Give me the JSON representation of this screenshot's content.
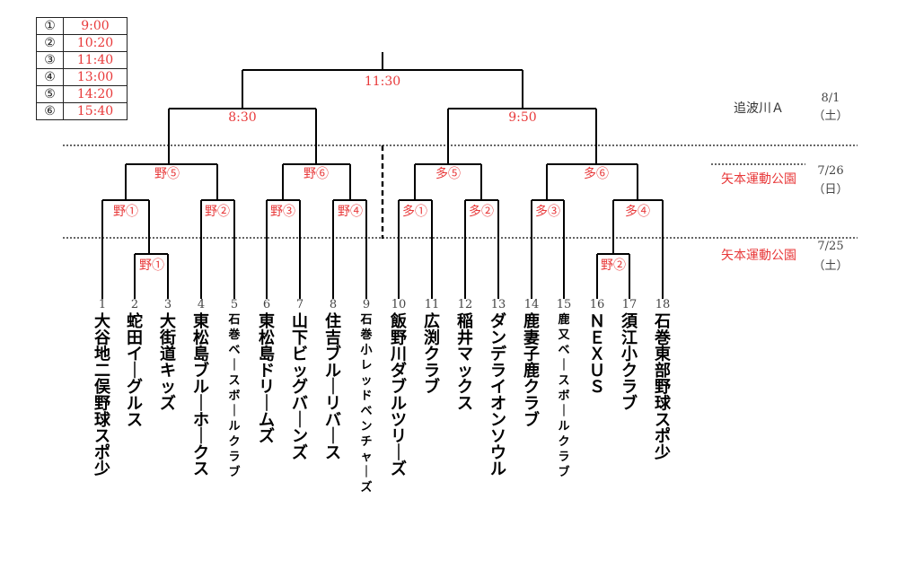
{
  "legend": [
    {
      "key": "①",
      "time": "9:00"
    },
    {
      "key": "②",
      "time": "10:20"
    },
    {
      "key": "③",
      "time": "11:40"
    },
    {
      "key": "④",
      "time": "13:00"
    },
    {
      "key": "⑤",
      "time": "14:20"
    },
    {
      "key": "⑥",
      "time": "15:40"
    }
  ],
  "venues": [
    {
      "venue": "追波川Ａ",
      "date": "8/1",
      "day": "（土）"
    },
    {
      "venue": "矢本運動公園",
      "date": "7/26",
      "day": "（日）"
    },
    {
      "venue": "矢本運動公園",
      "date": "7/25",
      "day": "（土）"
    }
  ],
  "match_labels": {
    "final": "11:30",
    "semi_left": "8:30",
    "semi_right": "9:50",
    "r3_1": "野⑤",
    "r3_2": "野⑥",
    "r3_3": "多⑤",
    "r3_4": "多⑥",
    "r2_1": "野①",
    "r2_2": "野②",
    "r2_3": "野③",
    "r2_4": "野④",
    "r2_5": "多①",
    "r2_6": "多②",
    "r2_7": "多③",
    "r2_8": "多④",
    "r1_a": "野①",
    "r1_b": "野②"
  },
  "teams": [
    {
      "no": "1",
      "name": "大谷地二俣野球スポ少"
    },
    {
      "no": "2",
      "name": "蛇田イーグルス"
    },
    {
      "no": "3",
      "name": "大街道キッズ"
    },
    {
      "no": "4",
      "name": "東松島ブルーホークス"
    },
    {
      "no": "5",
      "name": "石巻ベースボールクラブ"
    },
    {
      "no": "6",
      "name": "東松島ドリームズ"
    },
    {
      "no": "7",
      "name": "山下ビッグバーンズ"
    },
    {
      "no": "8",
      "name": "住吉ブルーリバース"
    },
    {
      "no": "9",
      "name": "石巻小レッドベンチャーズ"
    },
    {
      "no": "10",
      "name": "飯野川ダブルツリーズ"
    },
    {
      "no": "11",
      "name": "広渕クラブ"
    },
    {
      "no": "12",
      "name": "稲井マックス"
    },
    {
      "no": "13",
      "name": "ダンデライオンソウル"
    },
    {
      "no": "14",
      "name": "鹿妻子鹿クラブ"
    },
    {
      "no": "15",
      "name": "鹿又ベースボールクラブ"
    },
    {
      "no": "16",
      "name": "ＮＥＸＵＳ"
    },
    {
      "no": "17",
      "name": "須江小クラブ"
    },
    {
      "no": "18",
      "name": "石巻東部野球スポ少"
    }
  ]
}
